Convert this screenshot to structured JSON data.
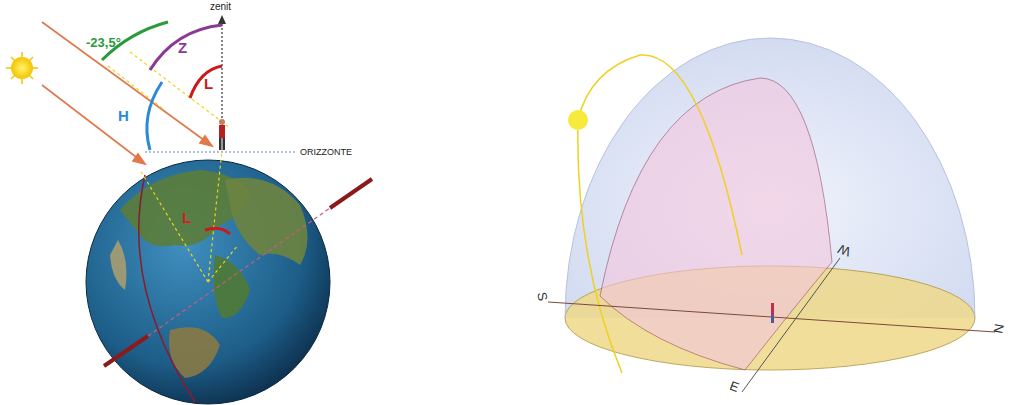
{
  "diagram": {
    "labels": [
      "zenit",
      "-23,5°",
      "Z",
      "L",
      "H",
      "ORIZZONTE",
      "L",
      "S",
      "W",
      "E",
      "N"
    ]
  }
}
